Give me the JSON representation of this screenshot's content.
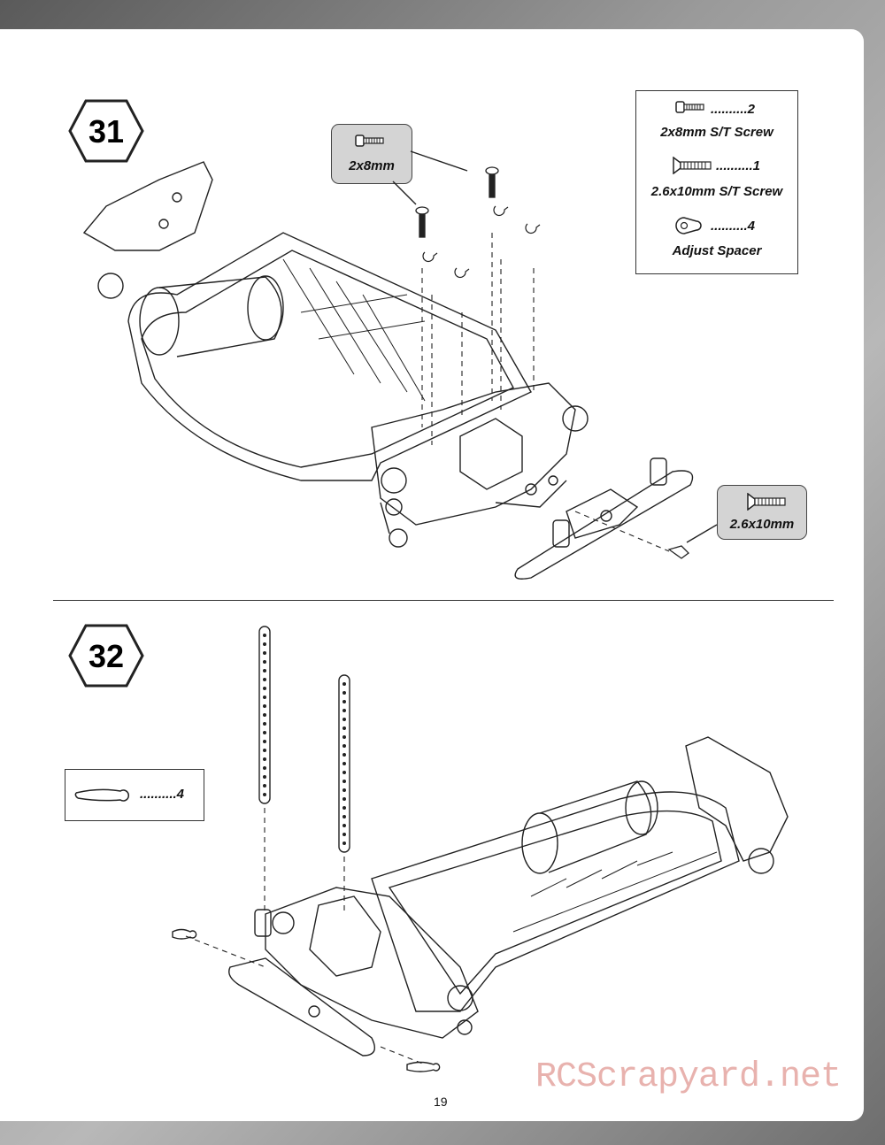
{
  "page_number": "19",
  "watermark": "RCScrapyard.net",
  "steps": [
    {
      "number": "31"
    },
    {
      "number": "32"
    }
  ],
  "step31": {
    "parts": [
      {
        "qty": "..........2",
        "name": "2x8mm S/T Screw",
        "icon": "pan-head-screw-icon"
      },
      {
        "qty": "..........1",
        "name": "2.6x10mm S/T Screw",
        "icon": "countersunk-screw-icon"
      },
      {
        "qty": "..........4",
        "name": "Adjust Spacer",
        "icon": "adjust-spacer-icon"
      }
    ],
    "callouts": [
      {
        "label": "2x8mm",
        "icon": "pan-head-screw-icon"
      },
      {
        "label": "2.6x10mm",
        "icon": "countersunk-screw-icon"
      }
    ]
  },
  "step32": {
    "parts": [
      {
        "qty": "..........4",
        "icon": "body-clip-icon"
      }
    ]
  }
}
